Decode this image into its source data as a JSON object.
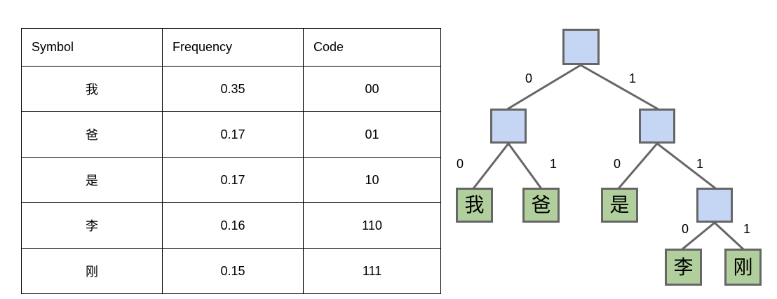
{
  "table": {
    "columns": [
      "Symbol",
      "Frequency",
      "Code"
    ],
    "rows": [
      {
        "symbol": "我",
        "frequency": "0.35",
        "code": "00"
      },
      {
        "symbol": "爸",
        "frequency": "0.17",
        "code": "01"
      },
      {
        "symbol": "是",
        "frequency": "0.17",
        "code": "10"
      },
      {
        "symbol": "李",
        "frequency": "0.16",
        "code": "110"
      },
      {
        "symbol": "刚",
        "frequency": "0.15",
        "code": "111"
      }
    ]
  },
  "tree": {
    "colors": {
      "internal_fill": "#c5d6f5",
      "leaf_fill": "#b0cf9c",
      "node_border": "#666666",
      "edge_stroke": "#666666"
    },
    "nodes": [
      {
        "id": "root",
        "kind": "internal",
        "label": ""
      },
      {
        "id": "n-left",
        "kind": "internal",
        "label": ""
      },
      {
        "id": "n-right",
        "kind": "internal",
        "label": ""
      },
      {
        "id": "n-right-right",
        "kind": "internal",
        "label": ""
      },
      {
        "id": "leaf-wo",
        "kind": "leaf",
        "label": "我"
      },
      {
        "id": "leaf-ba",
        "kind": "leaf",
        "label": "爸"
      },
      {
        "id": "leaf-shi",
        "kind": "leaf",
        "label": "是"
      },
      {
        "id": "leaf-li",
        "kind": "leaf",
        "label": "李"
      },
      {
        "id": "leaf-gang",
        "kind": "leaf",
        "label": "刚"
      }
    ],
    "edge_labels": {
      "root_left": "0",
      "root_right": "1",
      "left_left": "0",
      "left_right": "1",
      "right_left": "0",
      "right_right": "1",
      "rr_left": "0",
      "rr_right": "1"
    }
  }
}
